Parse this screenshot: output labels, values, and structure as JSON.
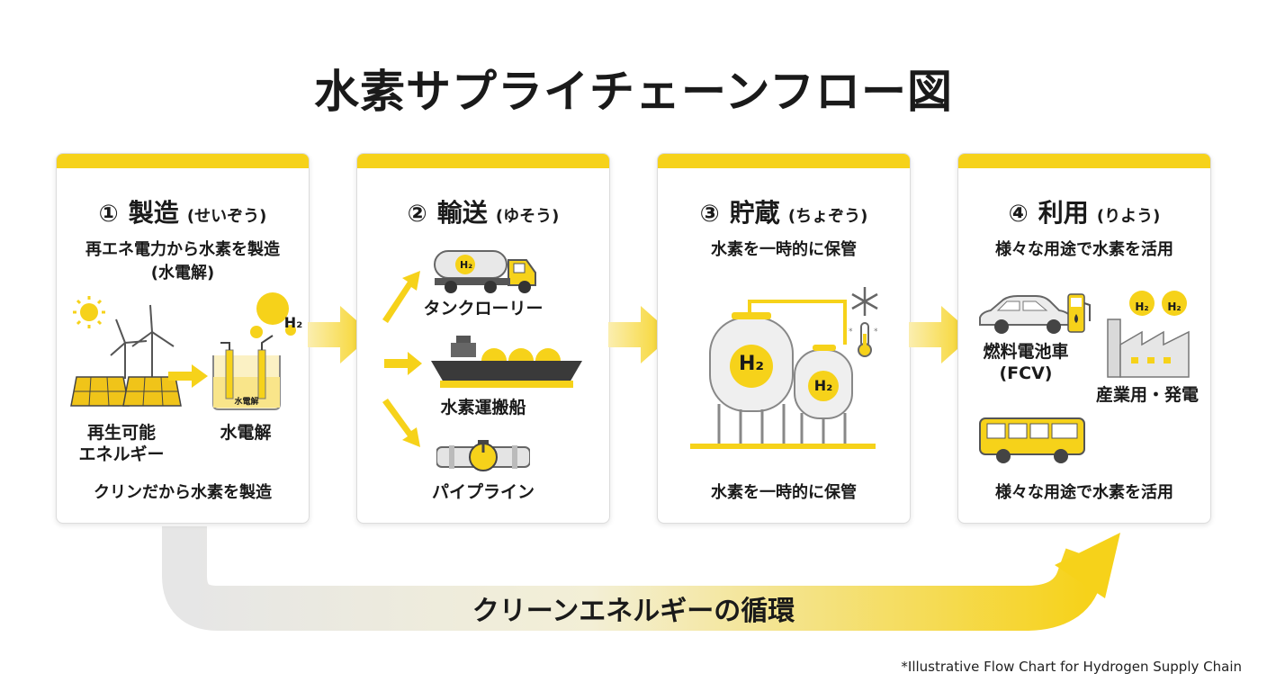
{
  "title": "水素サプライチェーンフロー図",
  "steps": [
    {
      "num": "①",
      "name": "製造",
      "reading": "(せいぞう)",
      "desc_line1": "再エネ電力から水素を製造",
      "desc_line2": "(水電解)",
      "renewable_label_1": "再生可能",
      "renewable_label_2": "エネルギー",
      "electrolysis_label": "水電解",
      "tank_label": "水電解",
      "h2_bubble": "H₂",
      "bottom_text": "クリンだから水素を製造"
    },
    {
      "num": "②",
      "name": "輸送",
      "reading": "(ゆそう)",
      "truck_badge": "H₂",
      "truck_label": "タンクローリー",
      "ship_label": "水素運搬船",
      "pipeline_label": "パイプライン"
    },
    {
      "num": "③",
      "name": "貯蔵",
      "reading": "(ちょぞう)",
      "desc_line1": "水素を一時的に保管",
      "tank_big": "H₂",
      "tank_small": "H₂",
      "bottom_text": "水素を一時的に保管"
    },
    {
      "num": "④",
      "name": "利用",
      "reading": "(りよう)",
      "desc_line1": "様々な用途で水素を活用",
      "fcv_label_1": "燃料電池車",
      "fcv_label_2": "(FCV)",
      "industry_label": "産業用・発電",
      "industry_h2_a": "H₂",
      "industry_h2_b": "H₂",
      "bottom_text": "様々な用途で水素を活用"
    }
  ],
  "loop_label": "クリーンエネルギーの循環",
  "footnote": "*Illustrative Flow Chart for Hydrogen Supply Chain",
  "colors": {
    "accent": "#f6d21a",
    "accent_dark": "#e2b400",
    "gray": "#9a9a9a",
    "text": "#1a1a1a"
  }
}
